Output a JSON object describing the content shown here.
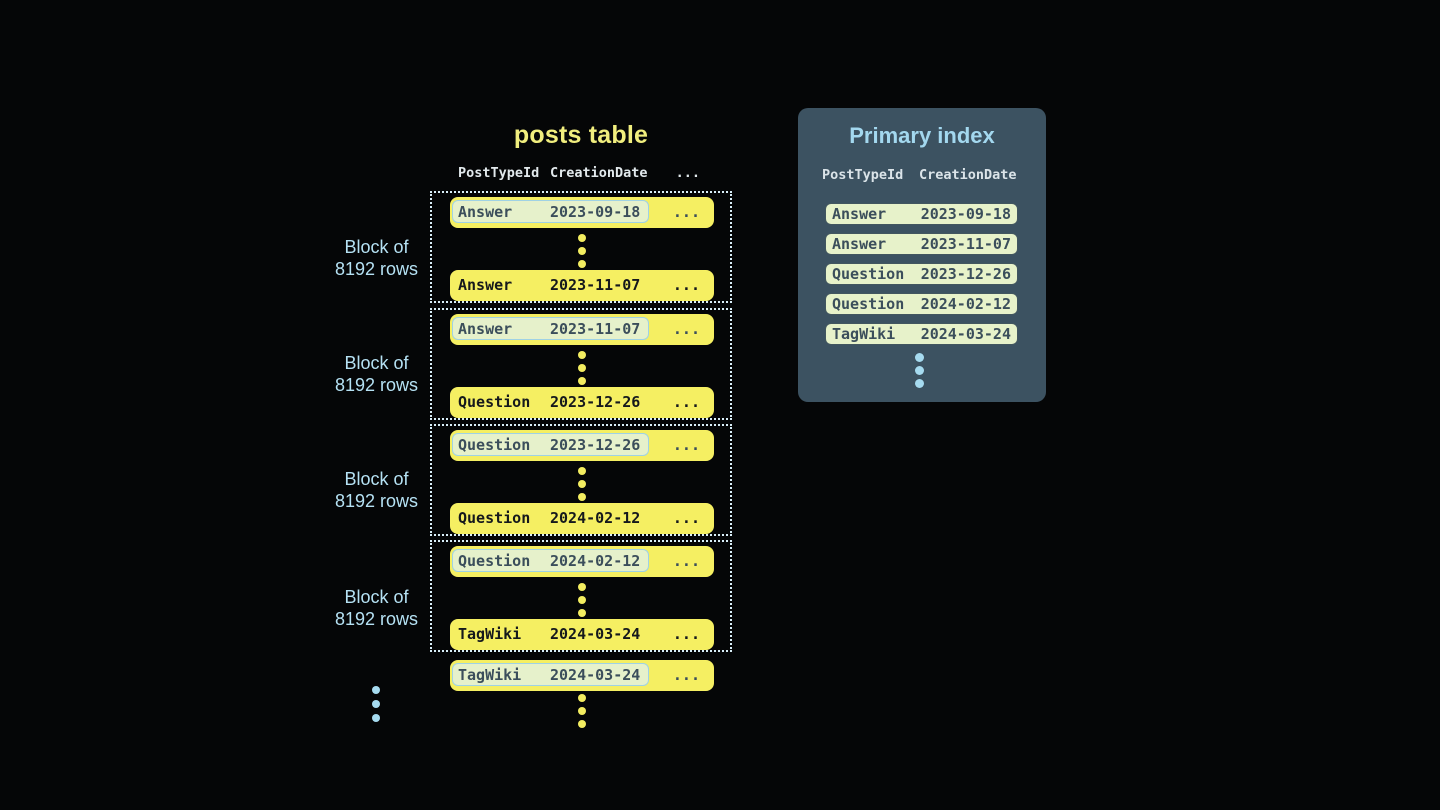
{
  "colors": {
    "background": "#050607",
    "row_yellow": "#f5ef62",
    "accent_blue": "#a6dbf0",
    "panel_bg": "#3c5261",
    "index_row_green": "#e7f2ca",
    "highlight_border": "#9fd2e5",
    "dotted_border": "#d9eef8"
  },
  "posts_table": {
    "title": "posts table",
    "col1": "PostTypeId",
    "col2": "CreationDate",
    "col3": "...",
    "block_label_line1": "Block of",
    "block_label_line2": "8192 rows",
    "ellipsis": "...",
    "blocks": [
      {
        "first_type": "Answer",
        "first_date": "2023-09-18",
        "last_type": "Answer",
        "last_date": "2023-11-07"
      },
      {
        "first_type": "Answer",
        "first_date": "2023-11-07",
        "last_type": "Question",
        "last_date": "2023-12-26"
      },
      {
        "first_type": "Question",
        "first_date": "2023-12-26",
        "last_type": "Question",
        "last_date": "2024-02-12"
      },
      {
        "first_type": "Question",
        "first_date": "2024-02-12",
        "last_type": "TagWiki",
        "last_date": "2024-03-24"
      }
    ],
    "overflow_type": "TagWiki",
    "overflow_date": "2024-03-24"
  },
  "primary_index": {
    "title": "Primary index",
    "col1": "PostTypeId",
    "col2": "CreationDate",
    "rows": [
      {
        "type": "Answer",
        "date": "2023-09-18"
      },
      {
        "type": "Answer",
        "date": "2023-11-07"
      },
      {
        "type": "Question",
        "date": "2023-12-26"
      },
      {
        "type": "Question",
        "date": "2024-02-12"
      },
      {
        "type": "TagWiki",
        "date": "2024-03-24"
      }
    ]
  }
}
